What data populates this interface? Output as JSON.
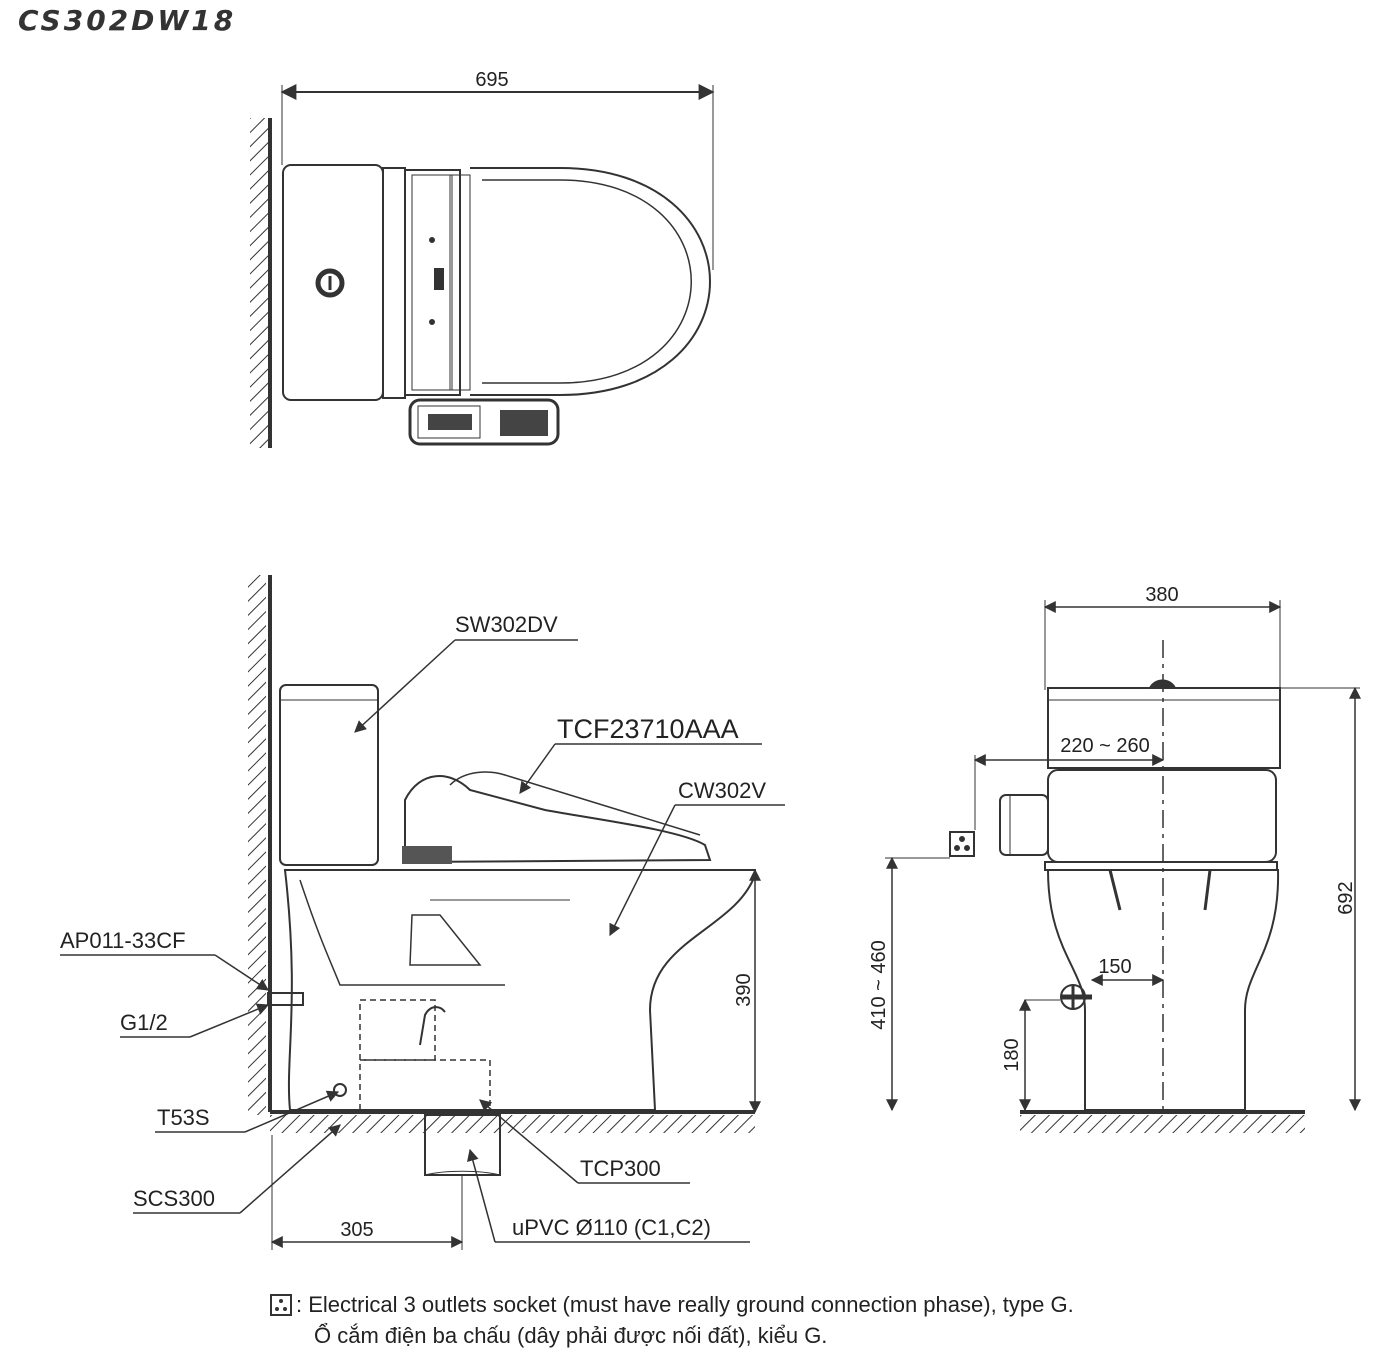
{
  "model": "CS302DW18",
  "dimensions": {
    "length_top": "695",
    "width_front": "380",
    "inlet_offset": "220 ~ 260",
    "total_height": "692",
    "bowl_height": "390",
    "socket_height": "410 ~ 460",
    "inlet_lateral": "150",
    "inlet_height": "180",
    "outlet_distance": "305"
  },
  "parts": {
    "tank": "SW302DV",
    "seat": "TCF23710AAA",
    "bowl": "CW302V",
    "valve": "AP011-33CF",
    "pipe_thread": "G1/2",
    "hose": "T53S",
    "bolts": "SCS300",
    "flange": "TCP300",
    "drain": "uPVC Ø110 (C1,C2)"
  },
  "legend": {
    "icon": "socket-icon",
    "line1": ": Electrical 3 outlets socket (must have really ground connection phase), type G.",
    "line2": "Ổ cắm điện ba chấu (dây phải được nối đất), kiểu G."
  }
}
